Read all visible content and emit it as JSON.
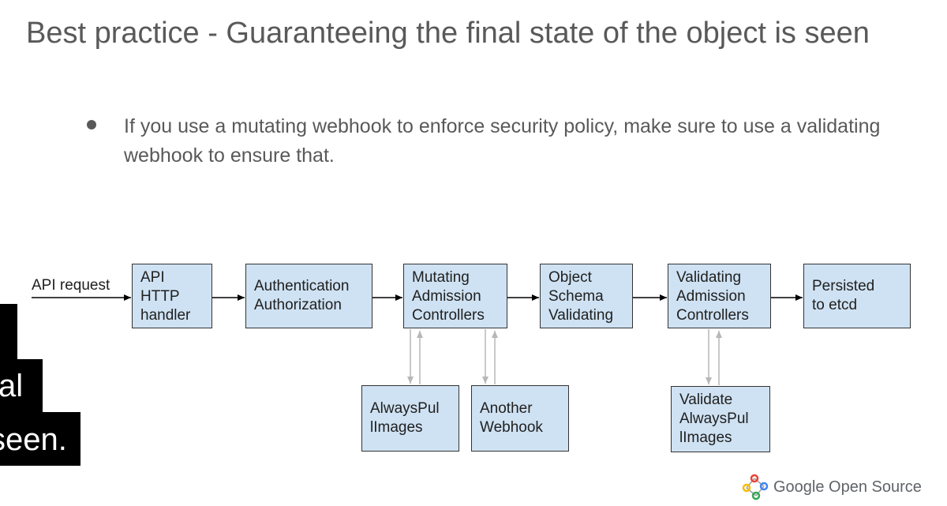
{
  "slide": {
    "title": "Best practice - Guaranteeing the final state of the object is seen",
    "bullet": "If you use a mutating webhook to enforce security policy, make sure to use a validating webhook to ensure that."
  },
  "diagram": {
    "input_label": "API request",
    "pipeline": [
      {
        "label": "API\nHTTP\nhandler"
      },
      {
        "label": "Authentication\nAuthorization"
      },
      {
        "label": "Mutating\nAdmission\nControllers"
      },
      {
        "label": "Object\nSchema\nValidating"
      },
      {
        "label": "Validating\nAdmission\nControllers"
      },
      {
        "label": "Persisted\nto etcd"
      }
    ],
    "sub_boxes": [
      {
        "label": "AlwaysPul\nlImages"
      },
      {
        "label": "Another\nWebhook"
      },
      {
        "label": "Validate\nAlwaysPul\nlImages"
      }
    ]
  },
  "caption": {
    "line1": "al",
    "line2": "seen."
  },
  "footer": {
    "brand": "Google Open Source"
  },
  "colors": {
    "box_fill": "#cfe2f3",
    "text_gray": "#595959",
    "arrow": "#000000",
    "sub_arrow": "#b7b7b7"
  }
}
